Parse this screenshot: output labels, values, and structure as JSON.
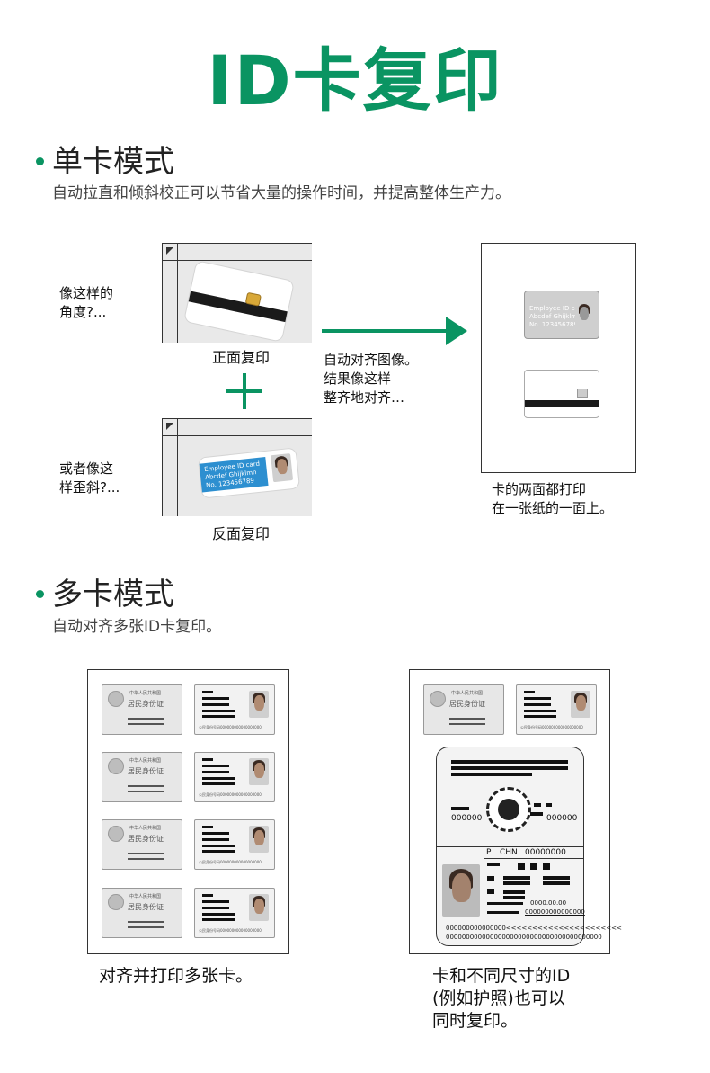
{
  "title": "ID卡复印",
  "single": {
    "heading": "单卡模式",
    "description": "自动拉直和倾斜校正可以节省大量的操作时间，并提高整体生产力。",
    "note_top": [
      "像这样的",
      "角度?..."
    ],
    "note_bottom": [
      "或者像这",
      "样歪斜?..."
    ],
    "front_label": "正面复印",
    "back_label": "反面复印",
    "arrow_text": [
      "自动对齐图像。",
      "结果像这样",
      "整齐地对齐…"
    ],
    "result_caption": [
      "卡的两面都打印",
      "在一张纸的一面上。"
    ],
    "card_text": [
      "Employee ID card",
      "Abcdef Ghijklmn",
      "No. 123456789"
    ]
  },
  "multi": {
    "heading": "多卡模式",
    "description": "自动对齐多张ID卡复印。",
    "left_caption": "对齐并打印多张卡。",
    "right_caption": [
      "卡和不同尺寸的ID",
      "(例如护照)也可以",
      "同时复印。"
    ],
    "id_front_lines": [
      "中华人民共和国",
      "居民身份证"
    ],
    "id_back_label": "公民身份号码",
    "id_back_number": "000000000000000000",
    "passport": {
      "type": "P",
      "country": "CHN",
      "number": "00000000",
      "left_code": "000000",
      "right_code": "000000",
      "date": "0000.00.00",
      "number_line": "000000000000000",
      "mrz1": "000000000000000<<<<<<<<<<<<<<<<<<<<<<",
      "mrz2": "000000000000000000000000000000000000000"
    }
  },
  "colors": {
    "accent": "#0a9462",
    "id_band": "#2d8fd0",
    "chip": "#d8a838"
  }
}
